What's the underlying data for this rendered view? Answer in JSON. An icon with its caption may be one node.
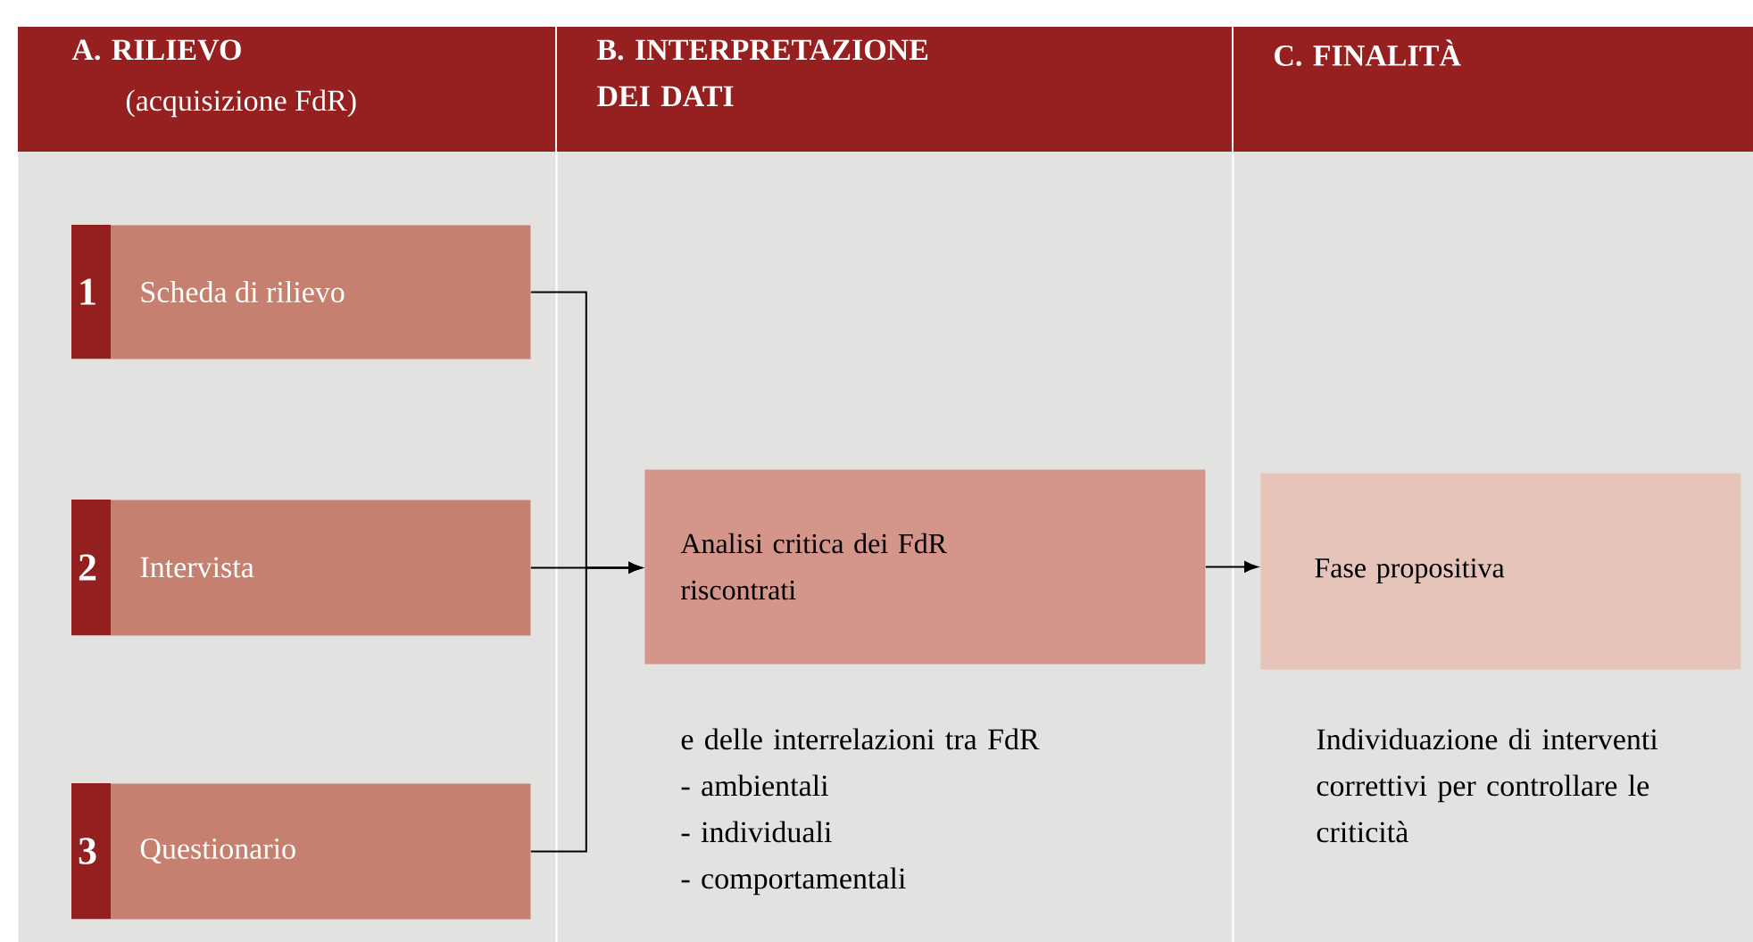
{
  "diagram": {
    "nodes": [
      {
        "text": [
          "A. RILIEVO",
          "(acquisizione FdR)"
        ]
      },
      {
        "text": [
          "B. INTERPRETAZIONE DEI DATI"
        ]
      },
      {
        "text": [
          "C. FINALITÀ"
        ]
      },
      {
        "text": [
          "1",
          "Scheda di rilievo"
        ],
        "in": 0
      },
      {
        "text": [
          "2",
          "Intervista"
        ],
        "in": 0
      },
      {
        "text": [
          "3",
          "Questionario"
        ],
        "in": 0
      },
      {
        "text": [
          "Analisi critica dei FdR riscontrati"
        ],
        "in": 1,
        "beside": [
          "e delle interrelazioni tra FdR",
          "- ambientali",
          "- individuali",
          "- comportamentali"
        ]
      },
      {
        "text": [
          "Fase propositiva"
        ],
        "in": 2,
        "beside": [
          "Individuazione di interventi correttivi per controllare le criticità"
        ]
      }
    ],
    "edges": [
      {
        "from": 3,
        "to": 6,
        "arrow": "to"
      },
      {
        "from": 4,
        "to": 6,
        "arrow": "to"
      },
      {
        "from": 5,
        "to": 6,
        "arrow": "to"
      },
      {
        "from": 6,
        "to": 7,
        "arrow": "to"
      }
    ]
  }
}
